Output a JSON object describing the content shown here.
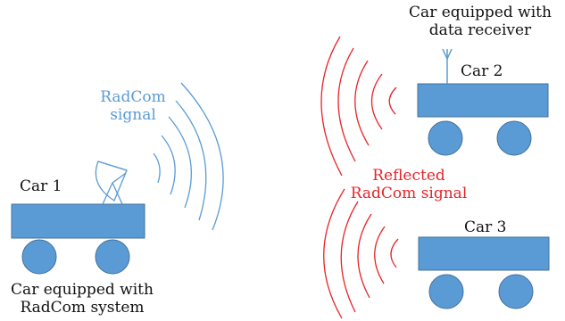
{
  "colors": {
    "car_body": "#5b9bd5",
    "car_outline": "#41719c",
    "signal_blue": "#5b9bd5",
    "signal_red": "#e8232a",
    "blue_text": "#5b9bd5",
    "red_text": "#e8232a"
  },
  "labels": {
    "car1": "Car 1",
    "car2": "Car 2",
    "car3": "Car 3",
    "car1_caption_line1": "Car equipped with",
    "car1_caption_line2": "RadCom system",
    "car2_caption_line1": "Car equipped with",
    "car2_caption_line2": "data receiver",
    "radcom_signal_line1": "RadCom",
    "radcom_signal_line2": "signal",
    "reflected_line1": "Reflected",
    "reflected_line2": "RadCom signal"
  }
}
